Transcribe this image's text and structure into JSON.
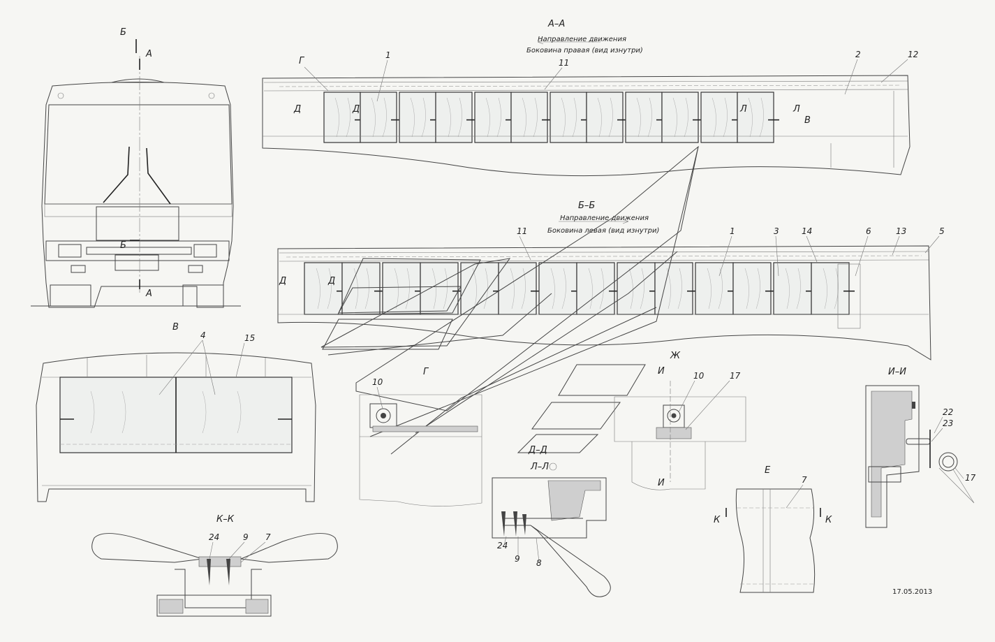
{
  "labels": {
    "section_aa": "А–А",
    "direction_aa": "Направление движения",
    "side_right": "Боковина правая (вид изнутри)",
    "section_bb": "Б–Б",
    "direction_bb": "Направление движения",
    "side_left": "Боковина левая (вид изнутри)",
    "view_v": "В",
    "view_g": "Г",
    "view_zh": "Ж",
    "section_ii": "И–И",
    "section_dd": "Д–Д",
    "section_ll": "Л–Л",
    "view_e": "Е",
    "section_kk": "К–К",
    "front_b_top": "Б",
    "front_a_top": "А",
    "front_b_mid": "Б",
    "front_a_bot": "А",
    "aa_cut_g": "Г",
    "aa_cut_d1": "Д",
    "aa_cut_d2": "Д",
    "aa_cut_l1": "Л",
    "aa_cut_l2": "Л",
    "aa_cut_v": "В",
    "bb_cut_d1": "Д",
    "bb_cut_d2": "Д",
    "zh_cut_i1": "И",
    "zh_cut_i2": "И",
    "e_cut_k1": "К",
    "e_cut_k2": "К"
  },
  "callouts": {
    "aa_1": "1",
    "aa_11": "11",
    "aa_2": "2",
    "aa_12": "12",
    "bb_11": "11",
    "bb_1": "1",
    "bb_3": "3",
    "bb_14": "14",
    "bb_6": "6",
    "bb_13": "13",
    "bb_5": "5",
    "v_4": "4",
    "v_15": "15",
    "g_10": "10",
    "zh_10": "10",
    "zh_17": "17",
    "ii_22": "22",
    "ii_23": "23",
    "ii_17": "17",
    "ll_24": "24",
    "ll_9": "9",
    "ll_8": "8",
    "e_7": "7",
    "kk_24": "24",
    "kk_9": "9",
    "kk_7": "7"
  },
  "date": "17.05.2013"
}
